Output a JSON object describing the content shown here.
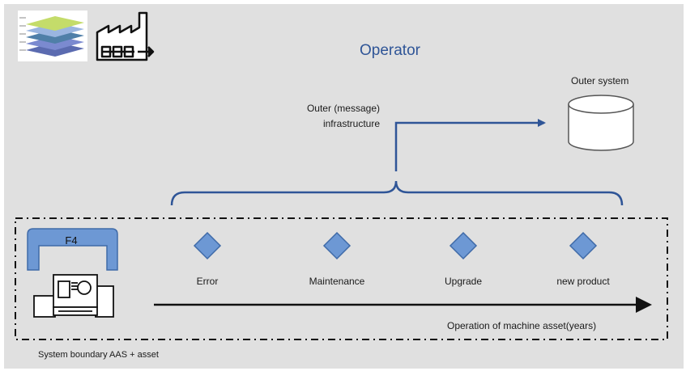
{
  "diagram": {
    "title": "Operator",
    "outer_system_label": "Outer system",
    "infrastructure_label": [
      "Outer (message)",
      "infrastructure"
    ],
    "events": [
      "Error",
      "Maintenance",
      "Upgrade",
      "new product"
    ],
    "timeline_label": "Operation of machine asset(years)",
    "boundary_label": "System boundary AAS + asset",
    "asset_label": "F4"
  },
  "colors": {
    "panel_bg": "#e0e0e0",
    "accent_blue": "#2f5597",
    "diamond_fill": "#6d98d4",
    "diamond_stroke": "#3f6aa8",
    "cylinder_fill": "#ffffff"
  },
  "icons": [
    "layered-stack-icon",
    "factory-icon",
    "database-cylinder-icon",
    "milling-machine-icon"
  ]
}
